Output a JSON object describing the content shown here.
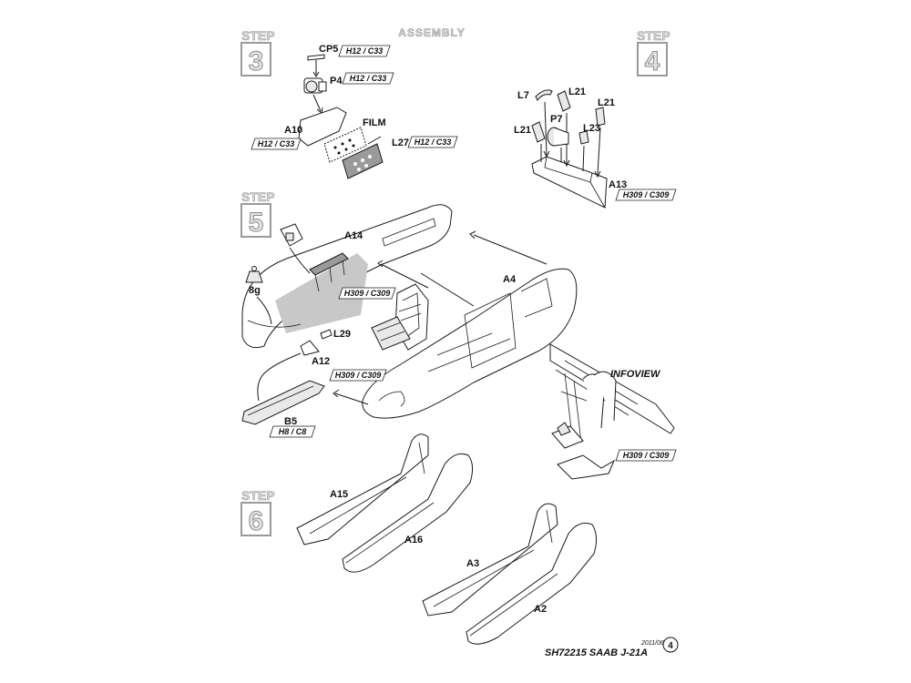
{
  "header": {
    "title": "ASSEMBLY"
  },
  "steps": [
    {
      "word": "STEP",
      "number": "3"
    },
    {
      "word": "STEP",
      "number": "4"
    },
    {
      "word": "STEP",
      "number": "5"
    },
    {
      "word": "STEP",
      "number": "6"
    }
  ],
  "step3": {
    "cp5": "CP5",
    "cp5_code": "H12 / C33",
    "p4": "P4",
    "p4_code": "H12 / C33",
    "a10": "A10",
    "a10_code": "H12 / C33",
    "film": "FILM",
    "l27": "L27",
    "l27_code": "H12 / C33"
  },
  "step4": {
    "l7": "L7",
    "l21a": "L21",
    "l21b": "L21",
    "l21c": "L21",
    "p7": "P7",
    "l23": "L23",
    "a13": "A13",
    "a13_code": "H309 / C309"
  },
  "step5": {
    "a14": "A14",
    "weight": "8g",
    "a4": "A4",
    "cockpit_code": "H309 / C309",
    "l29": "L29",
    "a12": "A12",
    "a12_code": "H309 / C309",
    "b5": "B5",
    "b5_code": "H8 / C8",
    "infoview": "INFOVIEW",
    "infoview_code": "H309 / C309"
  },
  "step6": {
    "a15": "A15",
    "a16": "A16",
    "a3": "A3",
    "a2": "A2"
  },
  "footer": {
    "code": "SH72215  SAAB J-21A",
    "date": "2011/06",
    "page": "4"
  },
  "colors": {
    "ink": "#1a1a1a",
    "shade": "#c8c8c8",
    "stepgrey": "#9a9a9a"
  }
}
